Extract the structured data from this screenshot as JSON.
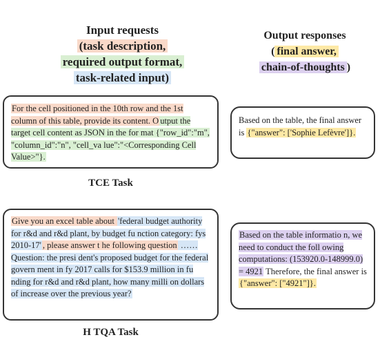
{
  "colors": {
    "task_description": "#f9d9c9",
    "output_format": "#d9efd2",
    "task_input": "#d6e6f6",
    "final_answer": "#fde9a6",
    "chain_of_thought": "#dcd0ef",
    "border": "#333333"
  },
  "input_header": {
    "title": "Input requests",
    "part1": "(task description,",
    "part2": "required output format,",
    "part3": "task-related input)"
  },
  "output_header": {
    "title": "Output responses",
    "open": "(",
    "final": "final answer,",
    "cot": "chain-of-thoughts",
    "close": ")"
  },
  "tce": {
    "label": "TCE Task",
    "input_desc": "For the cell positioned in the 10th row and the 1st column of this table, provide its content. O",
    "input_format": "utput the target cell content as JSON in the for mat {\"row_id\":\"m\", \"column_id\":\"n\", \"cell_va lue\":\"<Corresponding Cell Value>\"}.",
    "output_text": "Based on the table, the final answer is ",
    "output_answer": "{\"answer\": ['Sophie Lefèvre']}."
  },
  "htqa": {
    "label": "H TQA Task",
    "input_a": "Give you an excel table about ",
    "input_b": "'federal budget authority for r&d and r&d plant, by budget fu nction category: fys 2010-17'",
    "input_c": ", please answer t he following question",
    "input_d": " ……Question: the presi dent's proposed budget for the federal govern ment in fy 2017 calls for $153.9 million in fu nding for r&d and r&d plant, how many milli on dollars of increase over the previous year?",
    "output_cot": "Based on the table informatio n, we need to conduct the foll owing computations: (153920.0-148999.0) = 4921",
    "output_text": "Therefore, the final answer is ",
    "output_answer": "{\"answer\": [\"4921\"]}."
  }
}
